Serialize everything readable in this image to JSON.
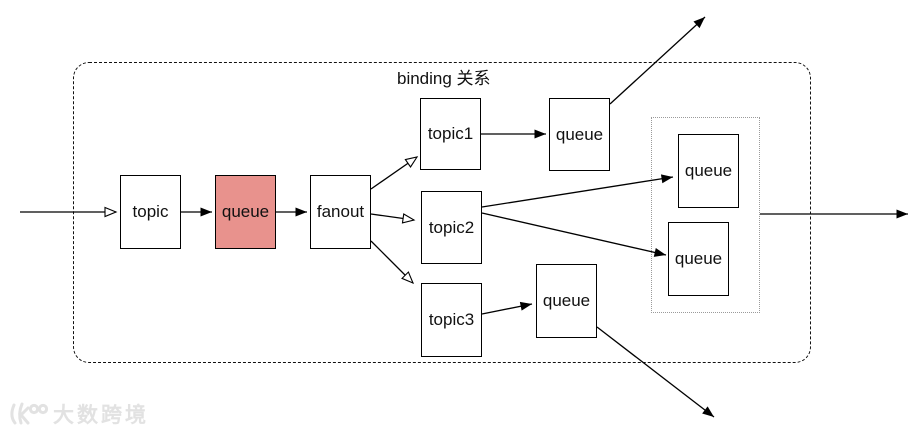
{
  "diagram": {
    "binding_label": "binding 关系",
    "nodes": [
      {
        "id": "topic-exchange",
        "label": "topic"
      },
      {
        "id": "queue-main",
        "label": "queue"
      },
      {
        "id": "fanout-exchange",
        "label": "fanout"
      },
      {
        "id": "topic1-exchange",
        "label": "topic1"
      },
      {
        "id": "queue-topic1",
        "label": "queue"
      },
      {
        "id": "topic2-exchange",
        "label": "topic2"
      },
      {
        "id": "topic3-exchange",
        "label": "topic3"
      },
      {
        "id": "queue-topic3",
        "label": "queue"
      },
      {
        "id": "queue-grouped-1",
        "label": "queue"
      },
      {
        "id": "queue-grouped-2",
        "label": "queue"
      }
    ],
    "colors": {
      "queue_highlight": "#E8928D",
      "line": "#000000",
      "dashed_border": "#111111",
      "dotted_border": "#9a9a9a",
      "watermark": "#e2e2e2"
    }
  },
  "watermark": {
    "text": "大数跨境"
  }
}
